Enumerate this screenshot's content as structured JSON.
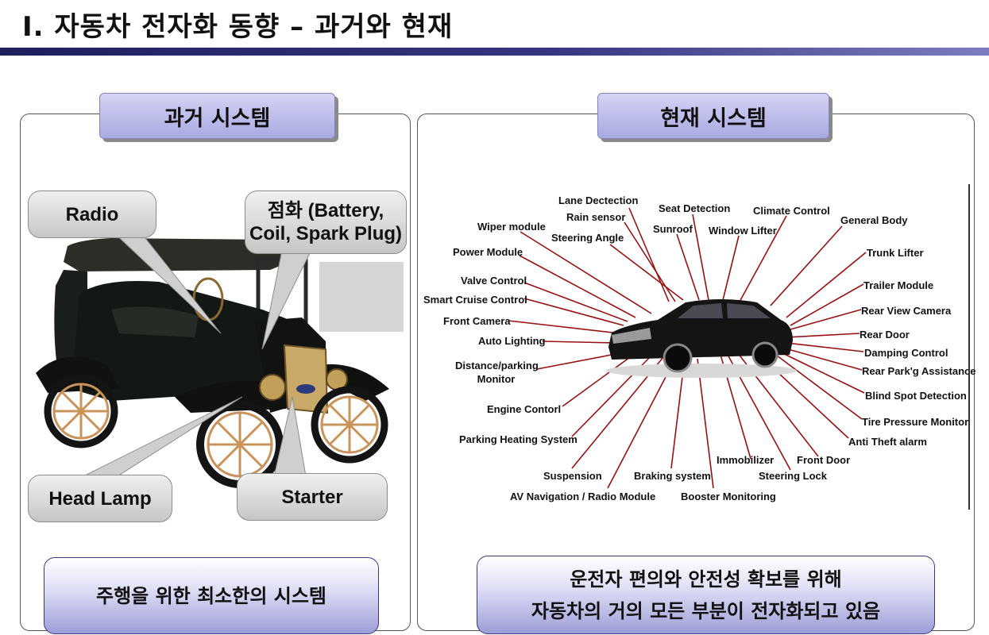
{
  "header": {
    "title": "Ⅰ. 자동차 전자화 동향 – 과거와 현재"
  },
  "past": {
    "tag": "과거 시스템",
    "callouts": {
      "radio": "Radio",
      "ignition_l1": "점화 (Battery,",
      "ignition_l2": "Coil, Spark Plug)",
      "head_lamp": "Head Lamp",
      "starter": "Starter"
    },
    "summary": "주행을 위한 최소한의 시스템"
  },
  "present": {
    "tag": "현재 시스템",
    "labels": {
      "lane_detection": "Lane Dectection",
      "rain_sensor": "Rain sensor",
      "seat_detection": "Seat Detection",
      "climate_control": "Climate Control",
      "general_body": "General Body",
      "wiper_module": "Wiper module",
      "steering_angle": "Steering Angle",
      "sunroof": "Sunroof",
      "window_lifter": "Window Lifter",
      "trunk_lifter": "Trunk Lifter",
      "power_module": "Power Module",
      "valve_control": "Valve Control",
      "trailer_module": "Trailer Module",
      "smart_cruise": "Smart Cruise Control",
      "rear_view_camera": "Rear View Camera",
      "front_camera": "Front Camera",
      "rear_door": "Rear Door",
      "auto_lighting": "Auto Lighting",
      "damping_control": "Damping Control",
      "distance_l1": "Distance/parking",
      "distance_l2": "Monitor",
      "rear_park": "Rear Park'g Assistance",
      "blind_spot": "Blind Spot Detection",
      "engine_control": "Engine Contorl",
      "tire_pressure": "Tire Pressure Monitor",
      "parking_heating": "Parking Heating System",
      "anti_theft": "Anti Theft alarm",
      "immobilizer": "Immobilizer",
      "front_door": "Front Door",
      "suspension": "Suspension",
      "braking": "Braking system",
      "steering_lock": "Steering Lock",
      "av_navigation": "AV Navigation / Radio Module",
      "booster": "Booster Monitoring"
    },
    "summary_l1": "운전자 편의와 안전성 확보를 위해",
    "summary_l2": "자동차의 거의 모든 부분이 전자화되고 있음"
  },
  "colors": {
    "title_bar": "#35357f",
    "tag_fill": "#b4b4e8",
    "leader_line": "#9a1010",
    "callout_fill": "#d4d4d4"
  }
}
